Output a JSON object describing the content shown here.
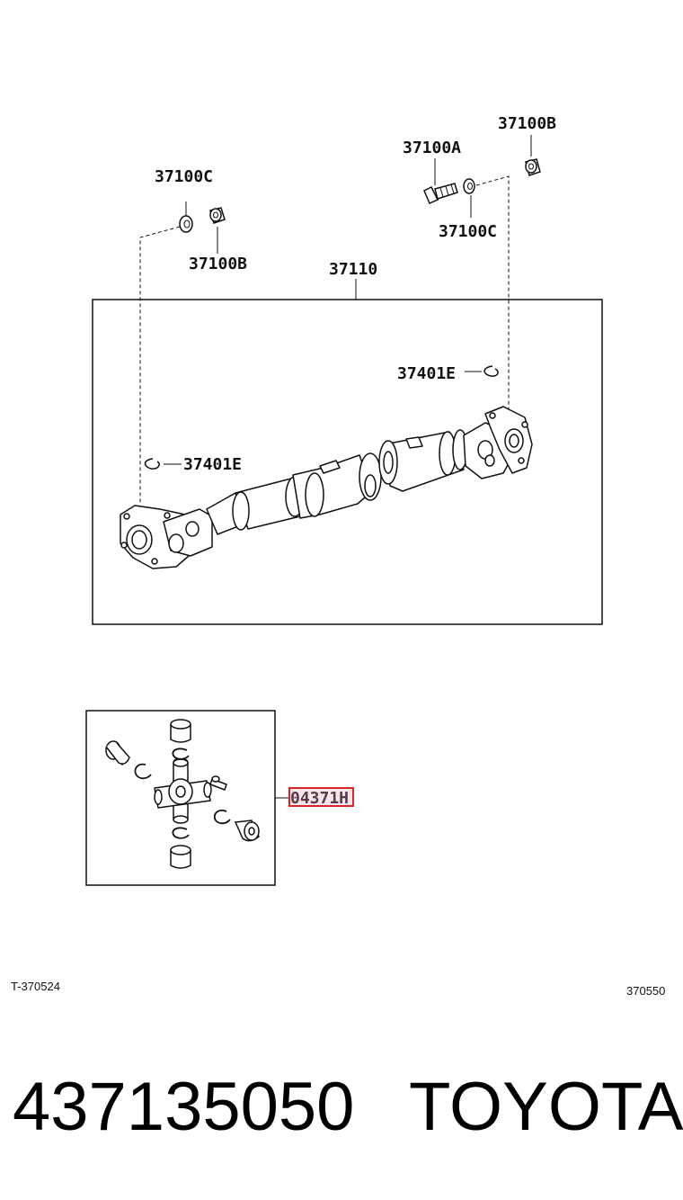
{
  "diagram": {
    "labels": {
      "bolt_a": "37100A",
      "nut_b_right": "37100B",
      "washer_c_right": "37100C",
      "washer_c_left": "37100C",
      "nut_b_left": "37100B",
      "shaft_assy": "37110",
      "snap_ring_right": "37401E",
      "snap_ring_left": "37401E",
      "spider_kit": "04371H"
    },
    "codes": {
      "left": "T-370524",
      "right": "370550"
    },
    "highlight_color": "#d9262b"
  },
  "footer": {
    "part_number": "437135050",
    "brand": "TOYOTA"
  }
}
